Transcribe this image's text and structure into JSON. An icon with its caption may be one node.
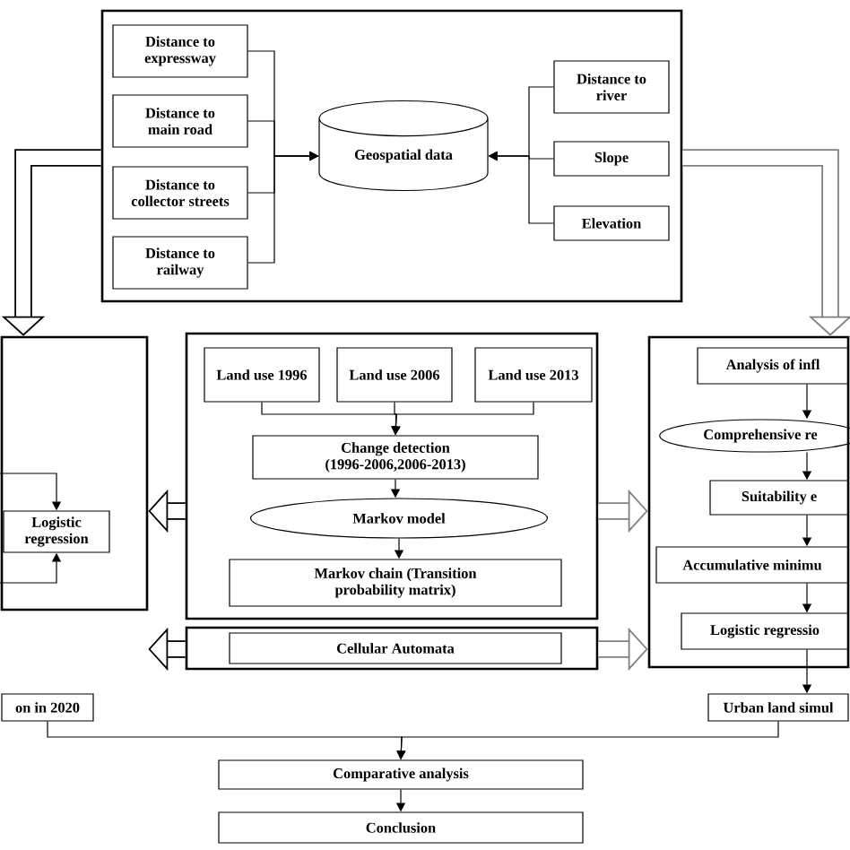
{
  "diagram": {
    "nodes": [
      {
        "text": [],
        "shape": "box"
      },
      {
        "text": [
          "Distance to expressway"
        ],
        "in": 0
      },
      {
        "text": [
          "Distance to main road"
        ],
        "in": 0
      },
      {
        "text": [
          "Distance to collector streets"
        ],
        "in": 0
      },
      {
        "text": [
          "Distance to railway"
        ],
        "in": 0
      },
      {
        "text": [
          "Geospatial data"
        ],
        "in": 0
      },
      {
        "text": [
          "Distance to river"
        ],
        "in": 0
      },
      {
        "text": [
          "Slope"
        ],
        "in": 0
      },
      {
        "text": [
          "Elevation"
        ],
        "in": 0
      },
      {
        "text": [],
        "shape": "box"
      },
      {
        "text": [
          "Logistic regression"
        ],
        "in": 9
      },
      {
        "text": [
          "on in 2020"
        ]
      },
      {
        "text": [],
        "shape": "box"
      },
      {
        "text": [
          "Land use 1996"
        ],
        "in": 12
      },
      {
        "text": [
          "Land use 2006"
        ],
        "in": 12
      },
      {
        "text": [
          "Land use 2013"
        ],
        "in": 12
      },
      {
        "text": [
          "Change detection (1996-2006,2006-2013)"
        ],
        "in": 12
      },
      {
        "text": [
          "Markov model"
        ],
        "in": 12
      },
      {
        "text": [
          "Markov chain (Transition probability matrix)"
        ],
        "in": 12
      },
      {
        "text": [],
        "shape": "box"
      },
      {
        "text": [
          "Cellular Automata"
        ],
        "in": 19
      },
      {
        "text": [],
        "shape": "box"
      },
      {
        "text": [
          "Analysis of infl"
        ],
        "in": 21
      },
      {
        "text": [
          "Comprehensive re"
        ],
        "in": 21
      },
      {
        "text": [
          "Suitability e"
        ],
        "in": 21
      },
      {
        "text": [
          "Accumulative minimu"
        ],
        "in": 21
      },
      {
        "text": [
          "Logistic regressio"
        ],
        "in": 21
      },
      {
        "text": [
          "Urban land simul"
        ]
      },
      {
        "text": [
          "Comparative analysis"
        ]
      },
      {
        "text": [
          "Conclusion"
        ]
      }
    ],
    "edges": [
      {
        "from": 1,
        "to": 5,
        "arrow": "to"
      },
      {
        "from": 2,
        "to": 5,
        "arrow": "to"
      },
      {
        "from": 3,
        "to": 5,
        "arrow": "to"
      },
      {
        "from": 4,
        "to": 5,
        "arrow": "to"
      },
      {
        "from": 6,
        "to": 5,
        "arrow": "to"
      },
      {
        "from": 7,
        "to": 5,
        "arrow": "to"
      },
      {
        "from": 8,
        "to": 5,
        "arrow": "to"
      },
      {
        "from": 0,
        "to": 9,
        "arrow": "to",
        "style": "thick"
      },
      {
        "from": 0,
        "to": 21,
        "arrow": "to",
        "style": "thick",
        "color": "#808080"
      },
      {
        "from": null,
        "to": 10,
        "arrow": "to"
      },
      {
        "from": null,
        "to": 10,
        "arrow": "to"
      },
      {
        "from": 13,
        "to": 16,
        "arrow": "to"
      },
      {
        "from": 14,
        "to": 16,
        "arrow": "to"
      },
      {
        "from": 15,
        "to": 16,
        "arrow": "to"
      },
      {
        "from": 16,
        "to": 17,
        "arrow": "to"
      },
      {
        "from": 17,
        "to": 18,
        "arrow": "to"
      },
      {
        "from": 12,
        "to": 9,
        "arrow": "to",
        "style": "thick"
      },
      {
        "from": 19,
        "to": 9,
        "arrow": "to",
        "style": "thick"
      },
      {
        "from": 12,
        "to": 21,
        "arrow": "to",
        "style": "thick",
        "color": "#808080"
      },
      {
        "from": 19,
        "to": 21,
        "arrow": "to",
        "style": "thick",
        "color": "#808080"
      },
      {
        "from": 22,
        "to": 23,
        "arrow": "to"
      },
      {
        "from": 23,
        "to": 24,
        "arrow": "to"
      },
      {
        "from": 24,
        "to": 25,
        "arrow": "to"
      },
      {
        "from": 25,
        "to": 26,
        "arrow": "to"
      },
      {
        "from": 26,
        "to": 27,
        "arrow": "to"
      },
      {
        "from": 11,
        "to": 28,
        "arrow": "to"
      },
      {
        "from": 27,
        "to": 28,
        "arrow": "to"
      },
      {
        "from": 28,
        "to": 29,
        "arrow": "to"
      }
    ]
  }
}
